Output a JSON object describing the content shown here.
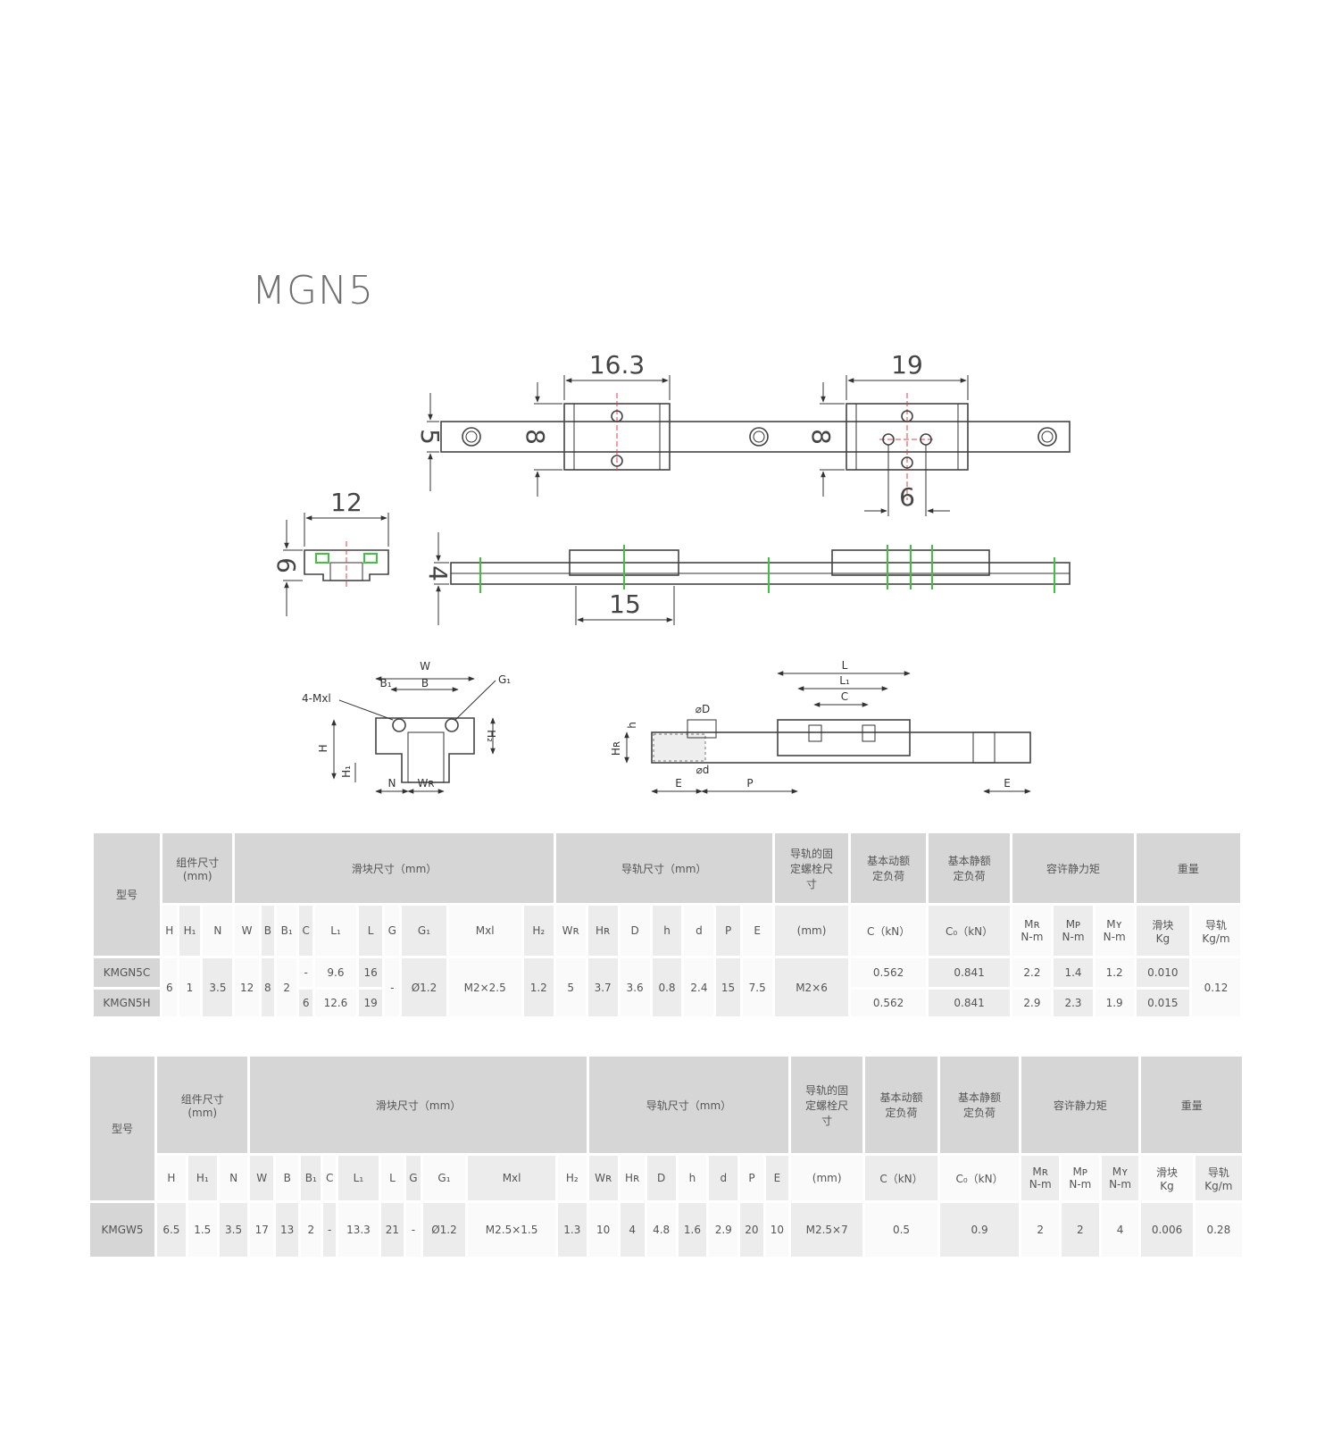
{
  "title": "MGN5",
  "drawings": {
    "top_view": {
      "dim_block_c": "16.3",
      "dim_block_h": "19",
      "dim_rail_w": "5",
      "dim_height_1": "8",
      "dim_height_2": "8",
      "dim_hole_pitch": "6"
    },
    "end_view": {
      "dim_width": "12",
      "dim_height": "6"
    },
    "side_view": {
      "dim_height": "4",
      "dim_length": "15"
    },
    "tech_front": {
      "W": "W",
      "B": "B",
      "B1": "B₁",
      "G1": "G₁",
      "Mxl": "4-Mxl",
      "H": "H",
      "H1": "H₁",
      "H2": "H₂",
      "N": "N",
      "WR": "Wʀ"
    },
    "tech_side": {
      "L": "L",
      "L1": "L₁",
      "C": "C",
      "D": "⌀D",
      "d": "⌀d",
      "h": "h",
      "HR": "Hʀ",
      "E1": "E",
      "P": "P",
      "E2": "E"
    }
  },
  "tables": [
    {
      "group_headers": {
        "model": "型号",
        "assembly": "组件尺寸\n(mm)",
        "block": "滑块尺寸（mm）",
        "rail": "导轨尺寸（mm）",
        "bolt": "导轨的固\n定螺栓尺\n寸",
        "dynamic": "基本动额\n定负荷",
        "static": "基本静额\n定负荷",
        "moment": "容许静力矩",
        "weight": "重量"
      },
      "sub_headers": [
        "H",
        "H₁",
        "N",
        "W",
        "B",
        "B₁",
        "C",
        "L₁",
        "L",
        "G",
        "G₁",
        "Mxl",
        "H₂",
        "Wʀ",
        "Hʀ",
        "D",
        "h",
        "d",
        "P",
        "E",
        "(mm)",
        "C（kN）",
        "C₀（kN）",
        "Mʀ\nN-m",
        "Mᴘ\nN-m",
        "Mʏ\nN-m",
        "滑块\nKg",
        "导轨\nKg/m"
      ],
      "rows": [
        {
          "model": "KMGN5C",
          "C": "-",
          "L1": "9.6",
          "L": "16",
          "Cdyn": "0.562",
          "Cstat": "0.841",
          "MR": "2.2",
          "MP": "1.4",
          "MY": "1.2",
          "block_kg": "0.010"
        },
        {
          "model": "KMGN5H",
          "C": "6",
          "L1": "12.6",
          "L": "19",
          "Cdyn": "0.562",
          "Cstat": "0.841",
          "MR": "2.9",
          "MP": "2.3",
          "MY": "1.9",
          "block_kg": "0.015"
        }
      ],
      "shared": {
        "H": "6",
        "H1": "1",
        "N": "3.5",
        "W": "12",
        "B": "8",
        "B1": "2",
        "G": "-",
        "G1": "Ø1.2",
        "Mxl": "M2×2.5",
        "H2": "1.2",
        "WR": "5",
        "HR": "3.7",
        "D": "3.6",
        "h": "0.8",
        "d": "2.4",
        "P": "15",
        "E": "7.5",
        "bolt": "M2×6",
        "rail_kgm": "0.12"
      }
    },
    {
      "group_headers": {
        "model": "型号",
        "assembly": "组件尺寸\n(mm)",
        "block": "滑块尺寸（mm）",
        "rail": "导轨尺寸（mm）",
        "bolt": "导轨的固\n定螺栓尺\n寸",
        "dynamic": "基本动额\n定负荷",
        "static": "基本静额\n定负荷",
        "moment": "容许静力矩",
        "weight": "重量"
      },
      "sub_headers": [
        "H",
        "H₁",
        "N",
        "W",
        "B",
        "B₁",
        "C",
        "L₁",
        "L",
        "G",
        "G₁",
        "Mxl",
        "H₂",
        "Wʀ",
        "Hʀ",
        "D",
        "h",
        "d",
        "P",
        "E",
        "(mm)",
        "C（kN）",
        "C₀（kN）",
        "Mʀ\nN-m",
        "Mᴘ\nN-m",
        "Mʏ\nN-m",
        "滑块\nKg",
        "导轨\nKg/m"
      ],
      "rows": [
        {
          "model": "KMGW5",
          "values": [
            "6.5",
            "1.5",
            "3.5",
            "17",
            "13",
            "2",
            "-",
            "13.3",
            "21",
            "-",
            "Ø1.2",
            "M2.5×1.5",
            "1.3",
            "10",
            "4",
            "4.8",
            "1.6",
            "2.9",
            "20",
            "10",
            "M2.5×7",
            "0.5",
            "0.9",
            "2",
            "2",
            "4",
            "0.006",
            "0.28"
          ]
        }
      ]
    }
  ]
}
